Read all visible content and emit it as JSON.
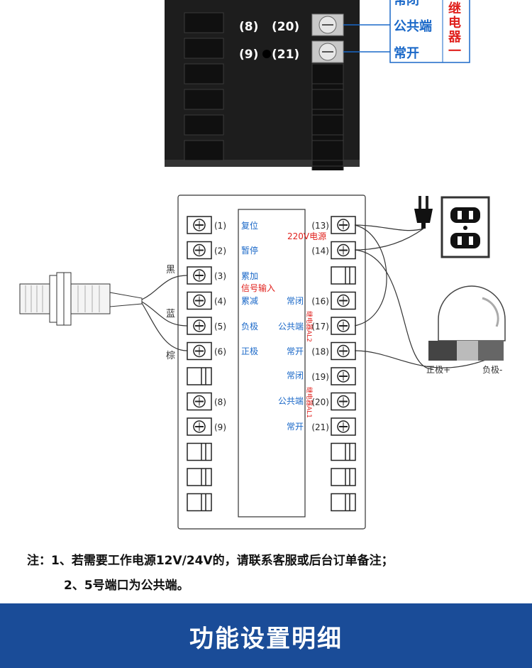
{
  "top_photo": {
    "terminals": [
      {
        "left": "(8)",
        "right": "(20)"
      },
      {
        "left": "(9)",
        "right": "(21)"
      }
    ],
    "cut_label": "常闭",
    "labels": [
      "公共端",
      "常开"
    ],
    "relay_label": [
      "继",
      "电",
      "器",
      "一"
    ]
  },
  "diagram": {
    "left_terminals": [
      "(1)",
      "(2)",
      "(3)",
      "(4)",
      "(5)",
      "(6)",
      "",
      "(8)",
      "(9)",
      "",
      "",
      ""
    ],
    "right_terminals": [
      "(13)",
      "(14)",
      "",
      "(16)",
      "(17)",
      "(18)",
      "(19)",
      "(20)",
      "(21)",
      "",
      "",
      ""
    ],
    "left_funcs": [
      "复位",
      "暂停",
      "累加",
      "累减",
      "负极",
      "正极"
    ],
    "signal_input": "信号输入",
    "power_label": "220V电源",
    "right_funcs": [
      "常闭",
      "公共端",
      "常开",
      "常闭",
      "公共端",
      "常开"
    ],
    "relay_al2": "继电器AL2",
    "relay_al1": "继电器AL1",
    "wire_labels": [
      "黑",
      "蓝",
      "棕"
    ],
    "lamp_labels": [
      "正极+",
      "负极-"
    ]
  },
  "notes": {
    "line1": "注：1、若需要工作电源12V/24V的，请联系客服或后台订单备注；",
    "line2": "2、5号端口为公共端。"
  },
  "footer": {
    "title": "功能设置明细"
  },
  "colors": {
    "blue": "#1a68c8",
    "red": "#e0201c",
    "footer": "#1a4c98"
  }
}
